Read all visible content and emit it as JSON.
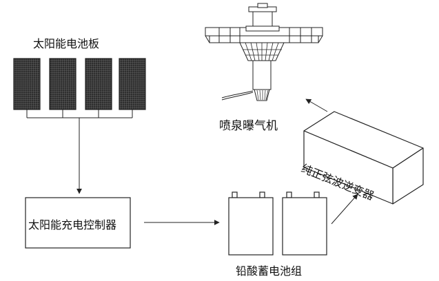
{
  "labels": {
    "solar_panel": "太阳能电池板",
    "charge_controller": "太阳能充电控制器",
    "battery_group": "铅酸蓄电池组",
    "inverter": "纯正弦波逆变器",
    "aerator": "喷泉曝气机"
  },
  "solar_panel_count": 4,
  "battery_count": 2,
  "colors": {
    "line": "#222222",
    "cell": "#2e2e2e",
    "background": "#ffffff"
  }
}
